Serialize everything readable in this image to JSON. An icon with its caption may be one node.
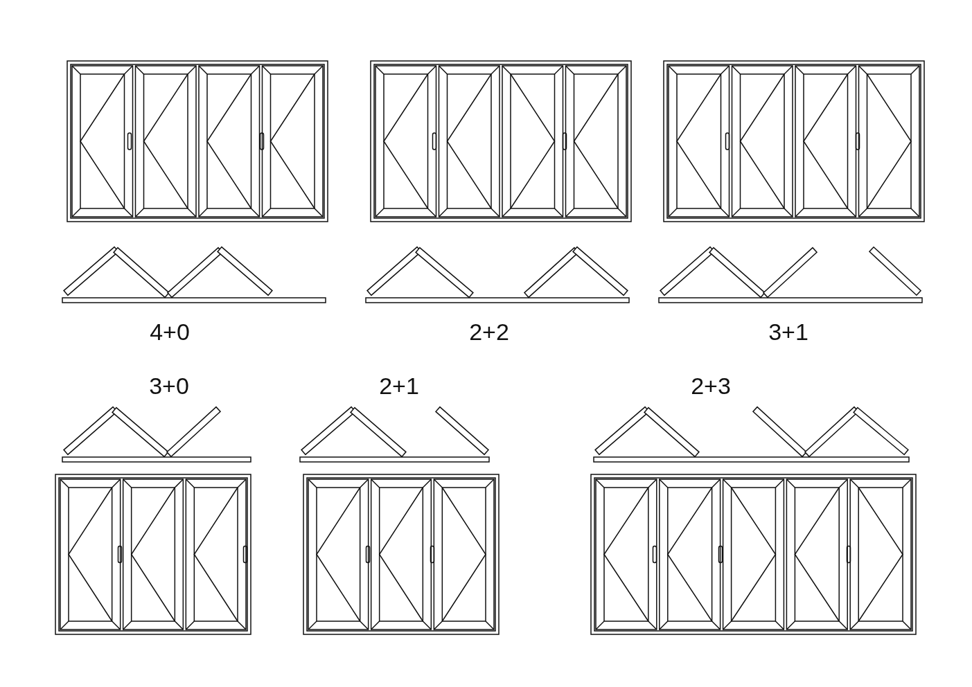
{
  "diagram": {
    "labels": [
      "4+0",
      "2+2",
      "3+1",
      "3+0",
      "2+1",
      "2+3"
    ]
  }
}
